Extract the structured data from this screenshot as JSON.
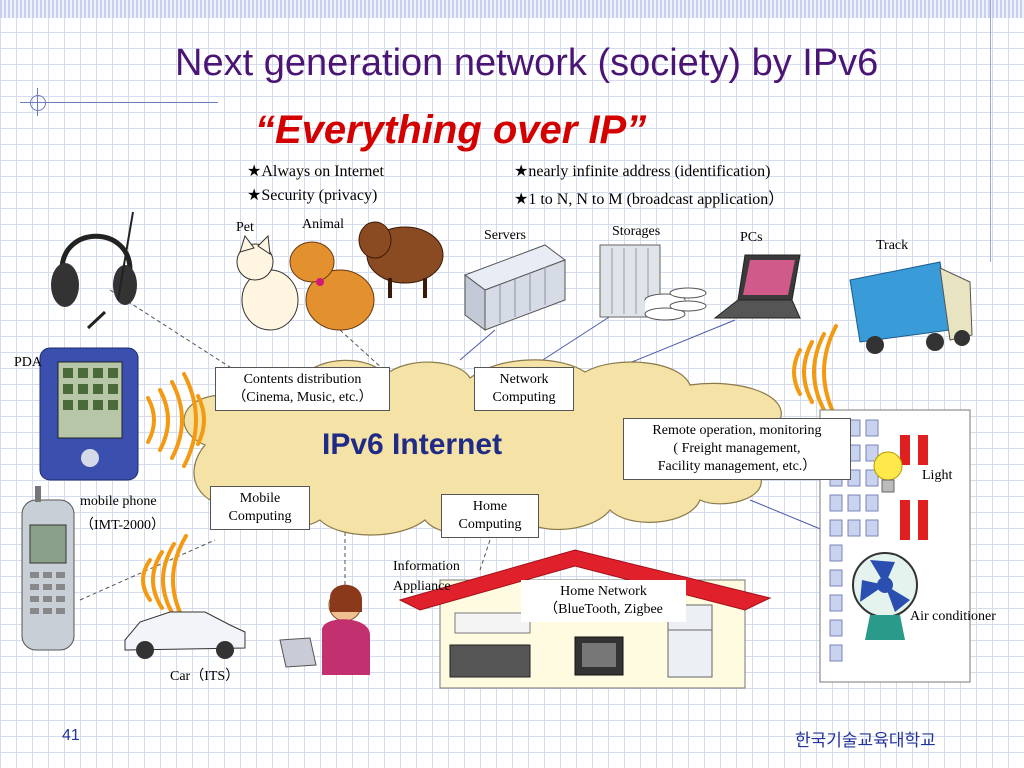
{
  "slide": {
    "title": "Next generation network (society) by IPv6",
    "subtitle": "“Everything over IP”",
    "bullets": [
      "★Always on Internet",
      "★Security (privacy)",
      "★nearly infinite address (identification)",
      "★1 to N, N to M (broadcast application）"
    ],
    "page_number": "41",
    "organization": "한국기술교육대학교"
  },
  "diagram": {
    "center": "IPv6 Internet",
    "boxes": {
      "contents": [
        "Contents distribution",
        "（Cinema, Music, etc.）"
      ],
      "network": [
        "Network",
        "Computing"
      ],
      "remote": [
        "Remote operation, monitoring",
        "( Freight management,",
        "Facility management, etc.）"
      ],
      "mobile": [
        "Mobile",
        "Computing"
      ],
      "home": [
        "Home",
        "Computing"
      ],
      "home_network": [
        "Home Network",
        "（BlueTooth, Zigbee"
      ]
    },
    "labels": {
      "pet": "Pet",
      "animal": "Animal",
      "servers": "Servers",
      "storages": "Storages",
      "pcs": "PCs",
      "track": "Track",
      "pda": "PDA",
      "mobile_phone": [
        "mobile phone",
        "（IMT-2000）"
      ],
      "light": "Light",
      "air_conditioner": "Air conditioner",
      "information_appliance": [
        "Information",
        "Appliance"
      ],
      "car": "Car（ITS）"
    }
  },
  "colors": {
    "title": "#4b1575",
    "subtitle": "#d40000",
    "cloud_fill": "#f4e2a6",
    "cloud_text": "#1f2b86",
    "signal_waves": "#f39a12",
    "house_roof": "#e0202a"
  }
}
